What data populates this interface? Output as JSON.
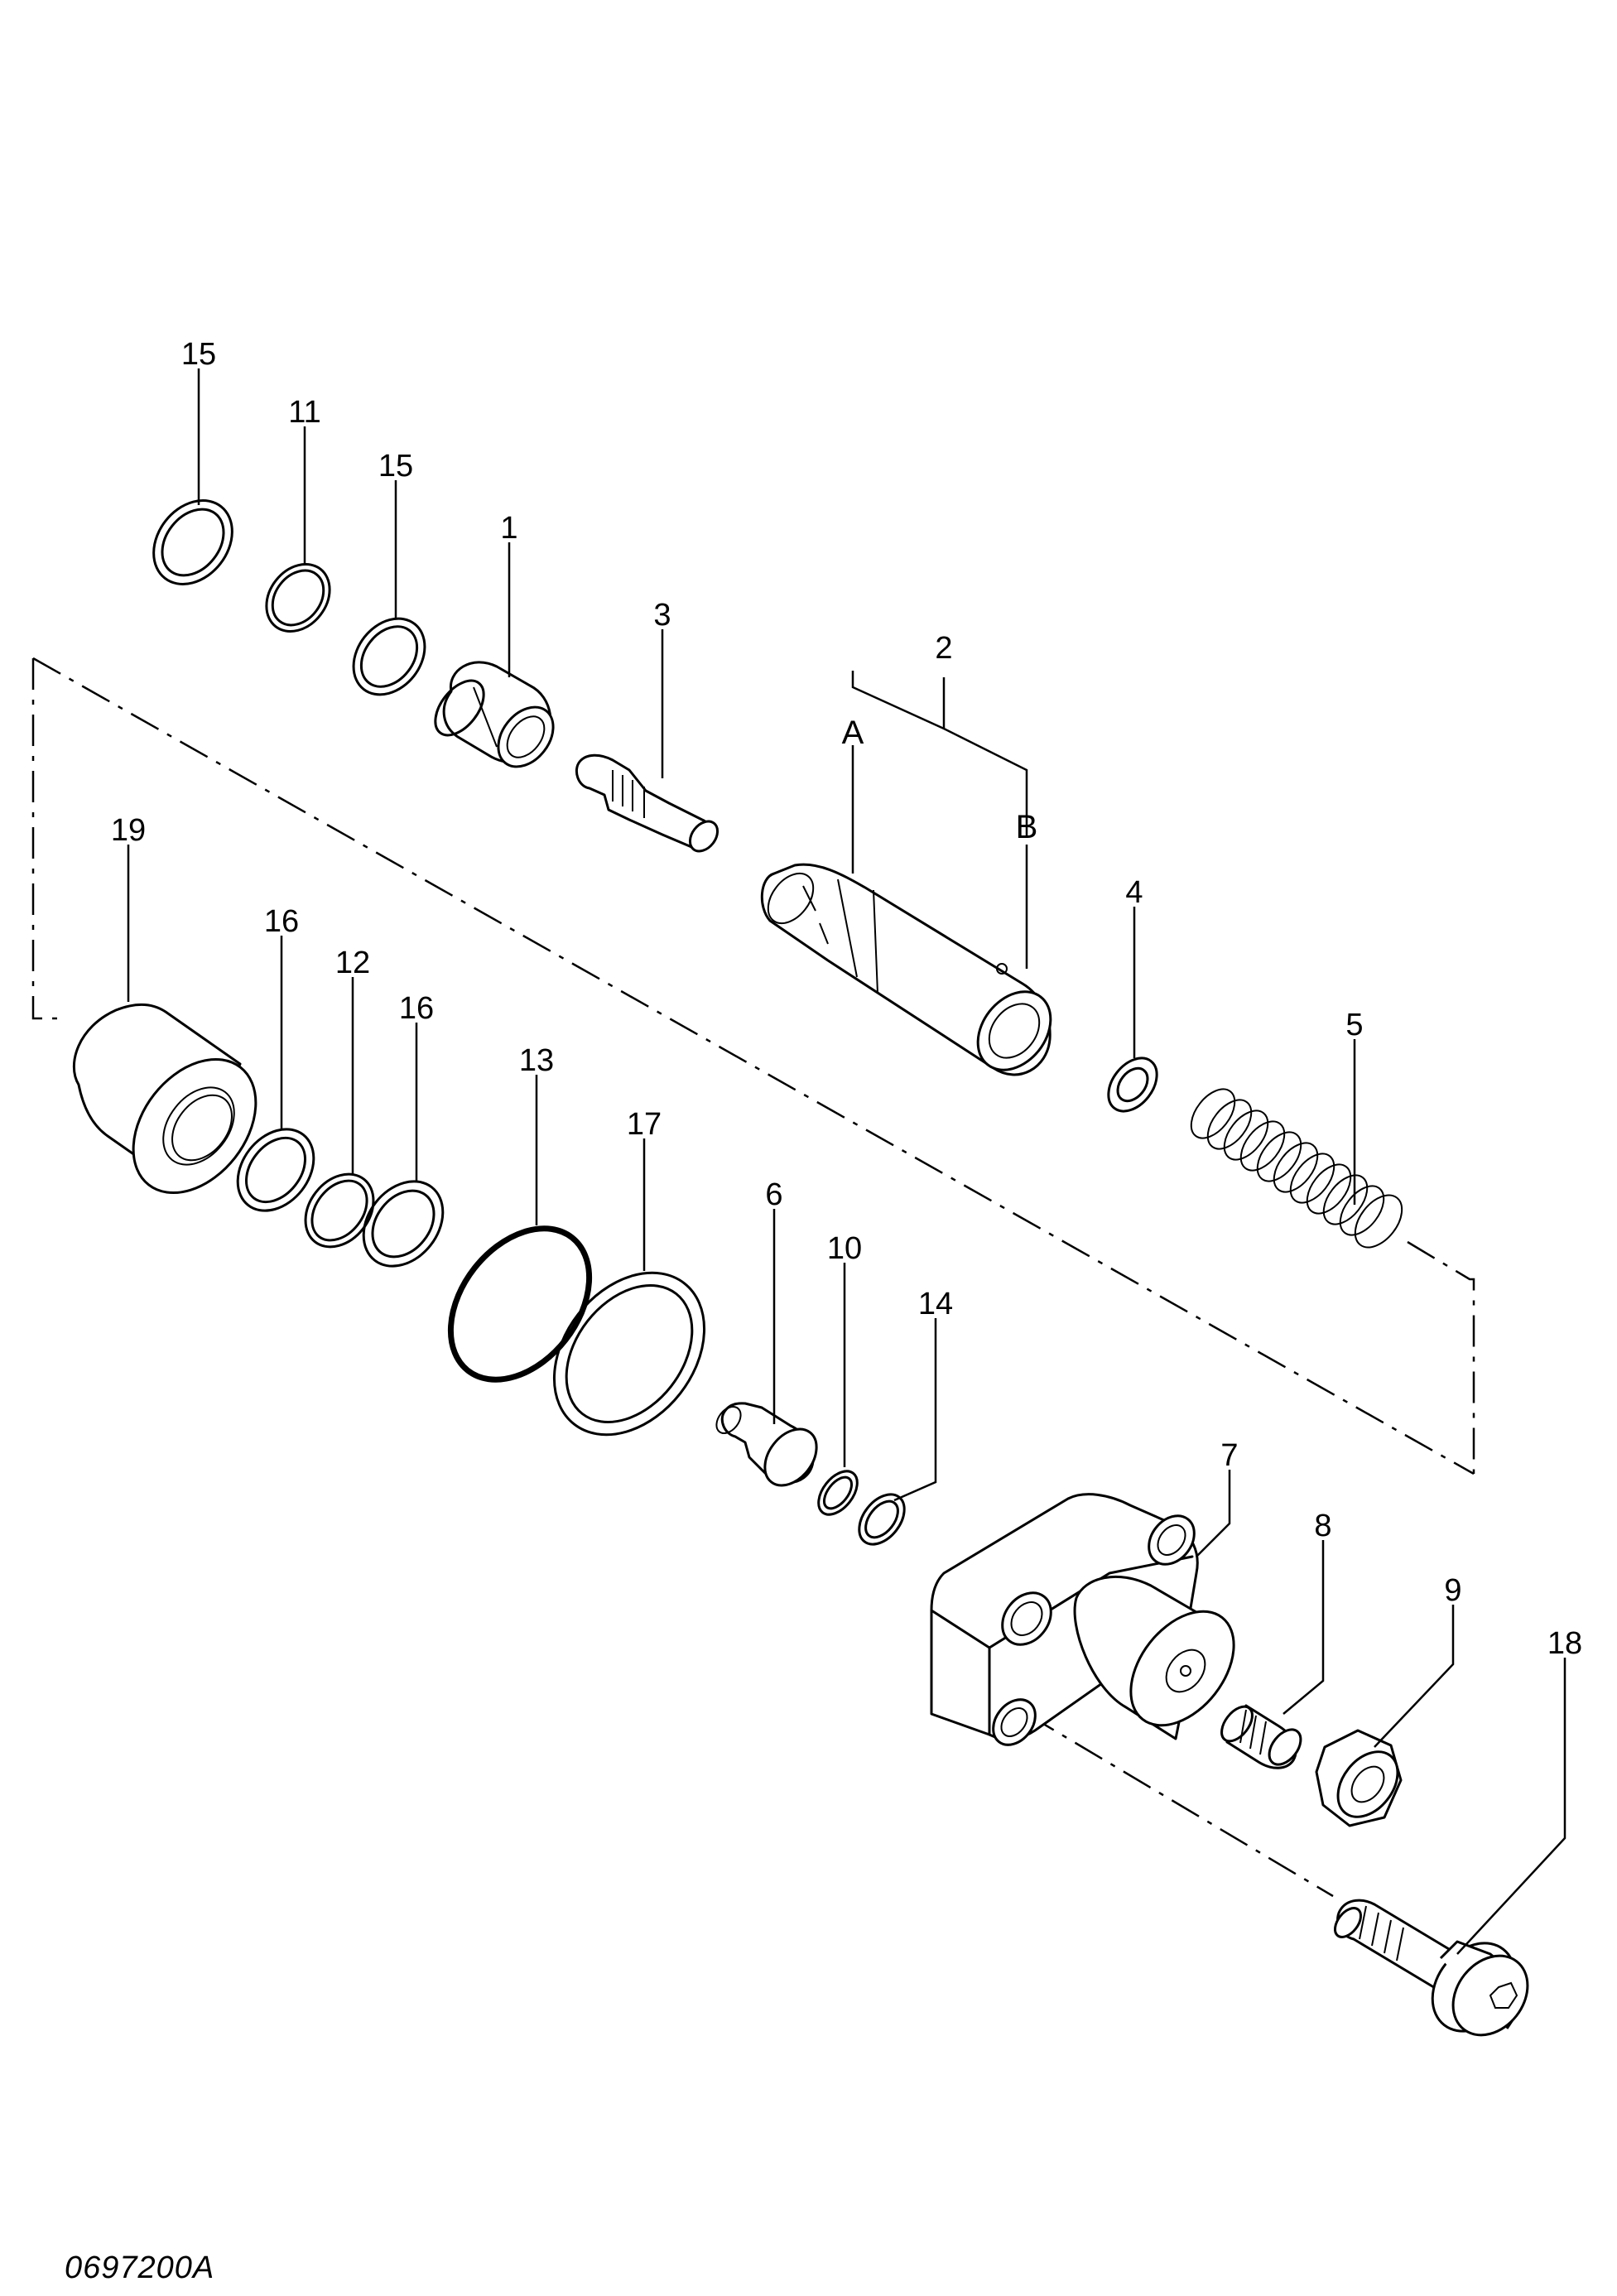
{
  "drawing_number": "0697200A",
  "callouts": {
    "c1": "1",
    "c2": "2",
    "c2a": "A",
    "c2b": "B",
    "c3": "3",
    "c4": "4",
    "c5": "5",
    "c6": "6",
    "c7": "7",
    "c8": "8",
    "c9": "9",
    "c10": "10",
    "c11": "11",
    "c12": "12",
    "c13": "13",
    "c14": "14",
    "c15a": "15",
    "c15b": "15",
    "c16a": "16",
    "c16b": "16",
    "c17": "17",
    "c18": "18",
    "c19": "19"
  }
}
